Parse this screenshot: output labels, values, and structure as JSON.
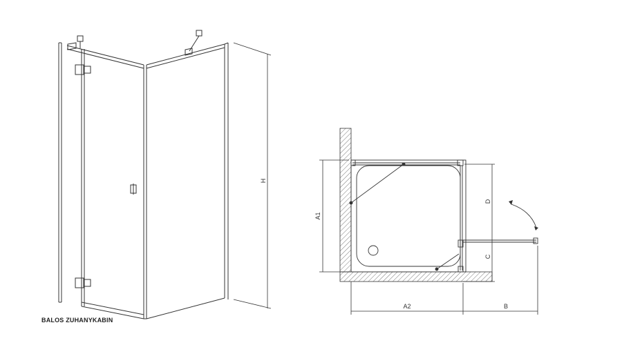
{
  "caption": "BALOS ZUHANYKABIN",
  "dimensions": {
    "height": "H",
    "side_depth": "A1",
    "width": "A2",
    "door_swing": "B",
    "panel_depth": "D",
    "fixed_depth": "C"
  },
  "colors": {
    "line": "#333333",
    "hatch": "#777777"
  }
}
